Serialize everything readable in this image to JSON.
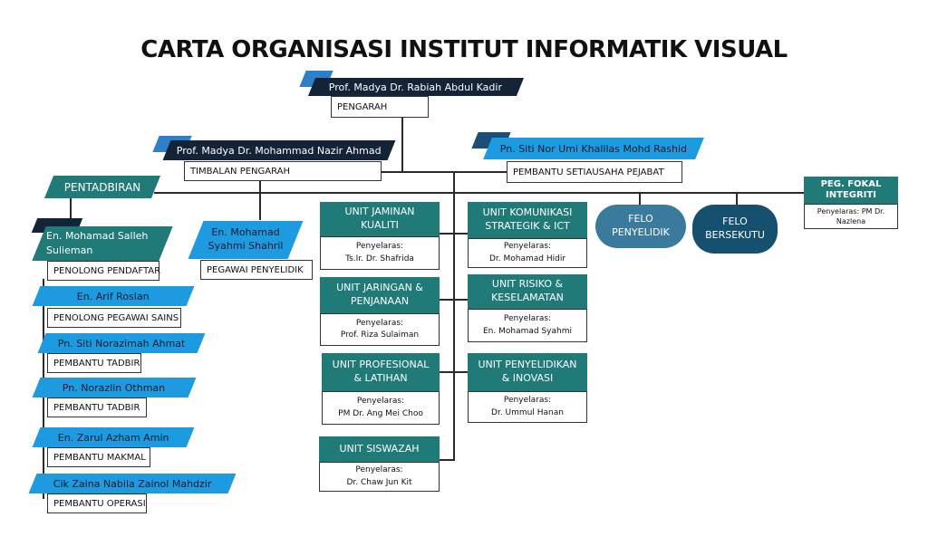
{
  "title": "CARTA ORGANISASI INSTITUT INFORMATIK VISUAL",
  "director": {
    "name": "Prof. Madya Dr. Rabiah Abdul Kadir",
    "role": "PENGARAH"
  },
  "deputy": {
    "name": "Prof. Madya Dr. Mohammad Nazir Ahmad",
    "role": "TIMBALAN PENGARAH"
  },
  "secretary": {
    "name": "Pn. Siti Nor Umi Khalilas Mohd Rashid",
    "role": "PEMBANTU SETIAUSAHA PEJABAT"
  },
  "admin": {
    "label": "PENTADBIRAN"
  },
  "researcher_staff": {
    "name": "En. Mohamad Syahmi Shahril",
    "role": "PEGAWAI PENYELIDIK"
  },
  "admin_staff": [
    {
      "name": "En. Mohamad Salleh Sulieman",
      "role": "PENOLONG PENDAFTAR"
    },
    {
      "name": "En. Arif Roslan",
      "role": "PENOLONG PEGAWAI SAINS"
    },
    {
      "name": "Pn. Siti Norazimah Ahmat",
      "role": "PEMBANTU TADBIR"
    },
    {
      "name": "Pn. Norazlin Othman",
      "role": "PEMBANTU TADBIR"
    },
    {
      "name": "En. Zarul Azham Amin",
      "role": "PEMBANTU MAKMAL"
    },
    {
      "name": "Cik Zaina Nabila Zainol Mahdzir",
      "role": "PEMBANTU OPERASI"
    }
  ],
  "units_left": [
    {
      "name": "UNIT JAMINAN KUALITI",
      "label": "Penyelaras:",
      "coordinator": "Ts.Ir. Dr. Shafrida"
    },
    {
      "name": "UNIT JARINGAN & PENJANAAN",
      "label": "Penyelaras:",
      "coordinator": "Prof. Riza Sulaiman"
    },
    {
      "name": "UNIT PROFESIONAL & LATIHAN",
      "label": "Penyelaras:",
      "coordinator": "PM Dr. Ang Mei Choo"
    },
    {
      "name": "UNIT SISWAZAH",
      "label": "Penyelaras:",
      "coordinator": "Dr. Chaw Jun Kit"
    }
  ],
  "units_right": [
    {
      "name": "UNIT KOMUNIKASI STRATEGIK & ICT",
      "label": "Penyelaras:",
      "coordinator": "Dr. Mohamad Hidir"
    },
    {
      "name": "UNIT RISIKO & KESELAMATAN",
      "label": "Penyelaras:",
      "coordinator": "En. Mohamad Syahmi"
    },
    {
      "name": "UNIT PENYELIDIKAN & INOVASI",
      "label": "Penyelaras:",
      "coordinator": "Dr. Ummul Hanan"
    }
  ],
  "felo": [
    {
      "label": "FELO PENYELIDIK"
    },
    {
      "label": "FELO BERSEKUTU"
    }
  ],
  "focal": {
    "name": "PEG. FOKAL INTEGRITI",
    "label": "Penyelaras: PM Dr.",
    "coordinator": "Nazlena"
  },
  "colors": {
    "navy": "#142438",
    "teal": "#1f7a78",
    "azure": "#1e9be0",
    "felo_light": "#3a7a9c",
    "felo_dark": "#15506f"
  }
}
